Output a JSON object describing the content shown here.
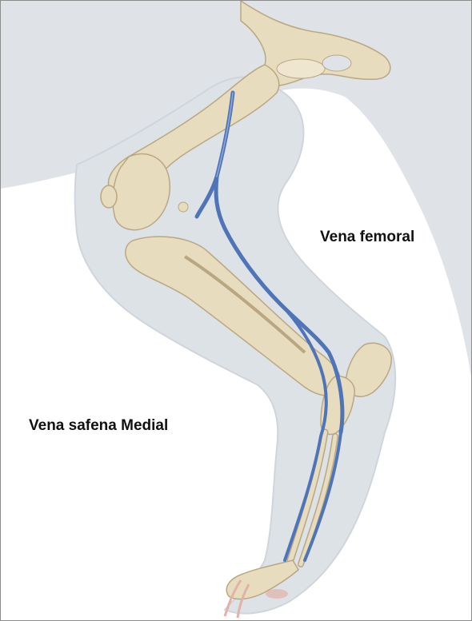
{
  "labels": {
    "vena_femoral": "Vena femoral",
    "vena_safena_medial": "Vena safena Medial"
  },
  "colors": {
    "background": "#ffffff",
    "body_silhouette": "#dfe3e7",
    "leg_outline": "#cfd5db",
    "bone_fill": "#e8dcbf",
    "bone_stroke": "#b9a782",
    "vein": "#4f74b8",
    "vein_highlight": "#8fa9d8",
    "claw": "#e2b1a8",
    "text": "#111111"
  },
  "icons": {
    "femur": "femur-bone",
    "tibia": "tibia-fibula-bones",
    "pelvis": "pelvis-bone",
    "paw": "paw-bones"
  }
}
